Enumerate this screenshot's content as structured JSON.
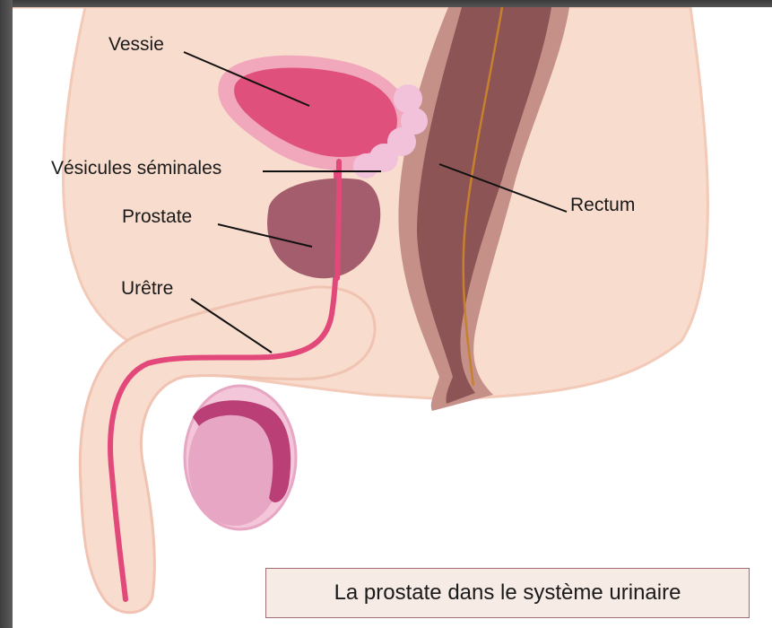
{
  "labels": {
    "vessie": "Vessie",
    "vesicules": "Vésicules séminales",
    "prostate": "Prostate",
    "uretre": "Urêtre",
    "rectum": "Rectum"
  },
  "caption": "La prostate dans le système urinaire",
  "colors": {
    "skin": "#f8dccd",
    "skin_edge": "#f3c9b7",
    "bladder": "#e0507d",
    "bladder_wall": "#f1a8bc",
    "prostate": "#a45d6d",
    "seminal_vesicles": "#f2c2da",
    "rectum": "#8c5454",
    "rectum_wall": "#c49088",
    "testis": "#e7a6c4",
    "epididymis": "#bb3f77",
    "urethra": "#e2497a"
  }
}
